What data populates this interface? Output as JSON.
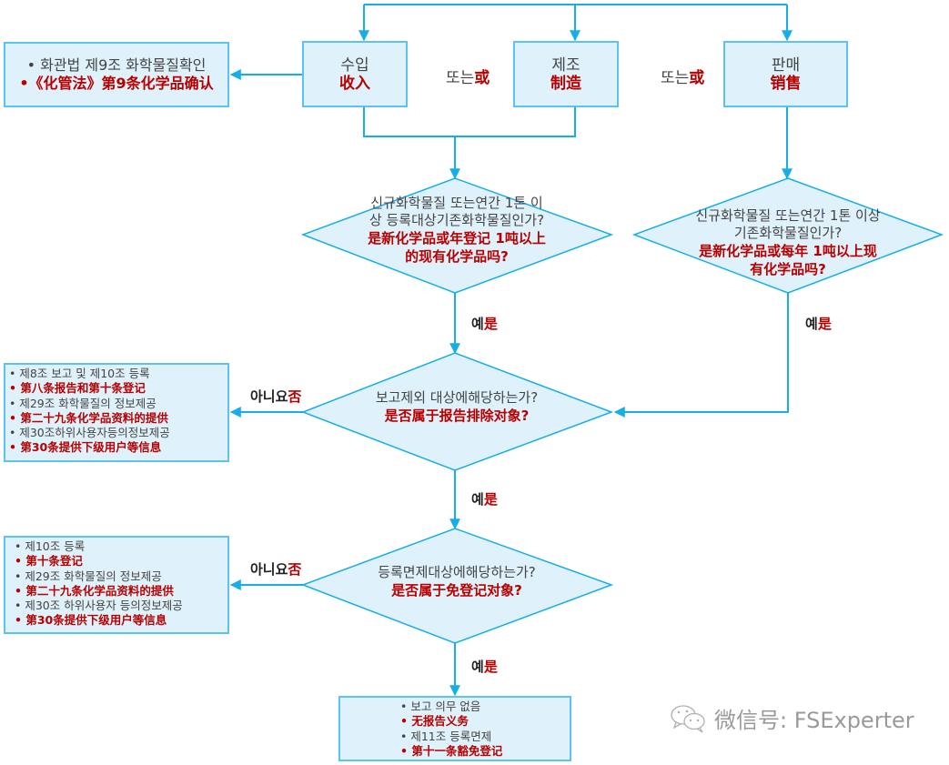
{
  "colors": {
    "line": "#16aee8",
    "box_fill": "#dff1fa",
    "box_border": "#5cc3ec",
    "chinese_text": "#b80000",
    "korean_text": "#444444"
  },
  "law_check_box": {
    "kr": "• 화관법 제9조 화학물질확인",
    "zh": "•《化管法》第9条化学品确认"
  },
  "sources": [
    {
      "kr": "수입",
      "zh": "收入"
    },
    {
      "kr": "제조",
      "zh": "制造"
    },
    {
      "kr": "판매",
      "zh": "销售"
    }
  ],
  "or_labels": [
    {
      "kr": "또는",
      "zh": "或"
    },
    {
      "kr": "또는",
      "zh": "或"
    }
  ],
  "decision_1": {
    "kr": [
      "신규화학물질 또는연간 1톤 이",
      "상 등록대상기존화학물질인가?"
    ],
    "zh": [
      "是新化学品或年登记 1吨以上",
      "的现有化学品吗?"
    ]
  },
  "decision_2": {
    "kr": [
      "신규화학물질 또는연간 1톤 이상",
      "기존화학물질인가?"
    ],
    "zh": [
      "是新化学品或每年 1吨以上现",
      "有化学品吗?"
    ]
  },
  "decision_3": {
    "kr": "보고제외 대상에해당하는가?",
    "zh": "是否属于报告排除对象?"
  },
  "decision_4": {
    "kr": "등록면제대상에해당하는가?",
    "zh": "是否属于免登记对象?"
  },
  "yes_label": {
    "kr": "예",
    "zh": "是"
  },
  "no_label": {
    "kr": "아니요",
    "zh": "否"
  },
  "report_list": [
    {
      "lang": "kr",
      "text": "• 제8조 보고 및 제10조 등록"
    },
    {
      "lang": "zh",
      "text": "• 第八条报告和第十条登记"
    },
    {
      "lang": "kr",
      "text": "• 제29조 화학물질의 정보제공"
    },
    {
      "lang": "zh",
      "text": "• 第二十九条化学品资料的提供"
    },
    {
      "lang": "kr",
      "text": "• 제30조하위사용자등의정보제공"
    },
    {
      "lang": "zh",
      "text": "• 第30条提供下级用户等信息"
    }
  ],
  "register_list": [
    {
      "lang": "kr",
      "text": "• 제10조 등록"
    },
    {
      "lang": "zh",
      "text": "• 第十条登记"
    },
    {
      "lang": "kr",
      "text": "• 제29조 화학물질의 정보제공"
    },
    {
      "lang": "zh",
      "text": "• 第二十九条化学品资料的提供"
    },
    {
      "lang": "kr",
      "text": "• 제30조 하위사용자 등의정보제공"
    },
    {
      "lang": "zh",
      "text": "• 第30条提供下级用户等信息"
    }
  ],
  "exempt_list": [
    {
      "lang": "kr",
      "text": "• 보고 의무 없음"
    },
    {
      "lang": "zh",
      "text": "• 无报告义务"
    },
    {
      "lang": "kr",
      "text": "• 제11조 등록면제"
    },
    {
      "lang": "zh",
      "text": "• 第十一条豁免登记"
    }
  ],
  "watermark": {
    "icon": "wechat-icon",
    "text": "微信号: FSExperter"
  }
}
